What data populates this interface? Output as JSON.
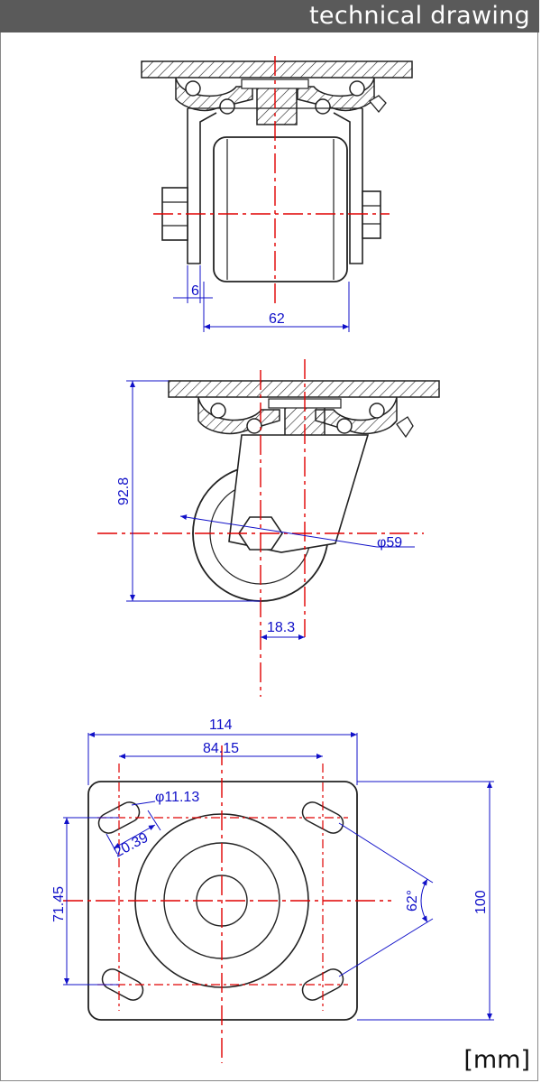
{
  "header": {
    "title": "technical drawing"
  },
  "unit_label": "[mm]",
  "colors": {
    "header_bg": "#5a5a5a",
    "dimension": "#1010c8",
    "centerline": "#e00000",
    "outline": "#222222"
  },
  "front_view": {
    "dim_flange": "6",
    "dim_wheel_width": "62"
  },
  "side_view": {
    "dim_height": "92.8",
    "dim_wheel_dia": "φ59",
    "dim_offset": "18.3"
  },
  "top_view": {
    "dim_plate_width": "114",
    "dim_hole_spacing_x": "84.15",
    "dim_hole_dia": "φ11.13",
    "dim_slot_length": "20.39",
    "dim_hole_spacing_y": "71.45",
    "dim_plate_height": "100",
    "dim_slot_angle": "62°"
  }
}
